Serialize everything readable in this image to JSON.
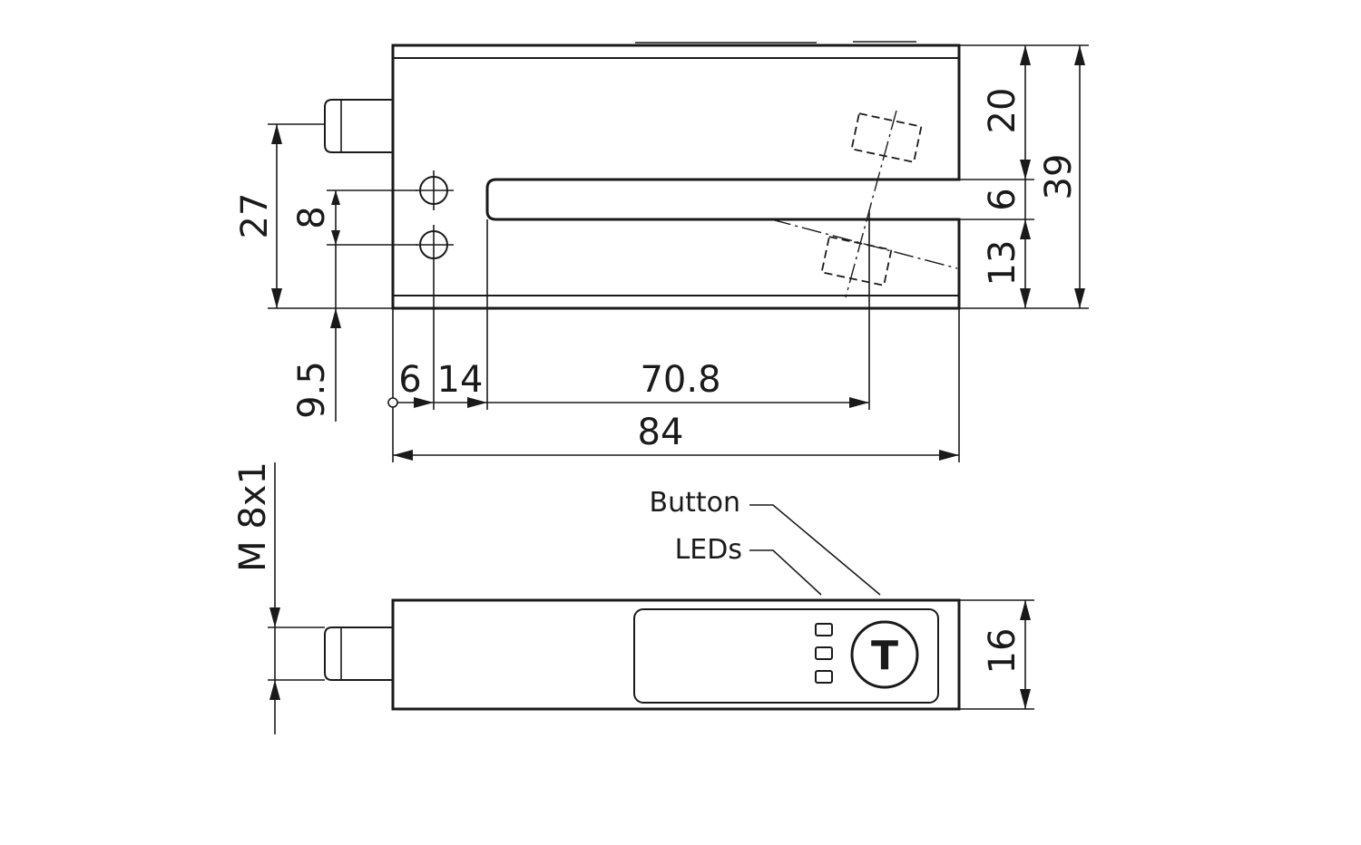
{
  "dimensions": {
    "height_top": "20",
    "height_total": "39",
    "slot_width": "6",
    "height_bottom": "13",
    "connector_height": "27",
    "hole_spacing": "8",
    "hole_offset": "9.5",
    "x_hole": "6",
    "x_slot_start": "14",
    "slot_depth": "70.8",
    "total_length": "84",
    "side_height": "16"
  },
  "labels": {
    "thread": "M 8x1",
    "button": "Button",
    "leds": "LEDs",
    "button_glyph": "T"
  }
}
